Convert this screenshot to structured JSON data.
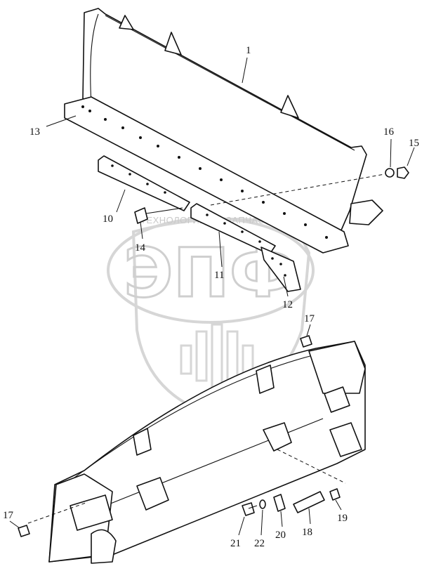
{
  "watermark": {
    "caption_left": "ТЕХНОЛОГИИ",
    "caption_right": "ЗАПЧАСТИ",
    "logo_text": "ЭПФ"
  },
  "callouts": [
    {
      "id": "1",
      "label": "1"
    },
    {
      "id": "10",
      "label": "10"
    },
    {
      "id": "11",
      "label": "11"
    },
    {
      "id": "12",
      "label": "12"
    },
    {
      "id": "13",
      "label": "13"
    },
    {
      "id": "14",
      "label": "14"
    },
    {
      "id": "15",
      "label": "15"
    },
    {
      "id": "16",
      "label": "16"
    },
    {
      "id": "17a",
      "label": "17"
    },
    {
      "id": "17b",
      "label": "17"
    },
    {
      "id": "18",
      "label": "18"
    },
    {
      "id": "19",
      "label": "19"
    },
    {
      "id": "20",
      "label": "20"
    },
    {
      "id": "21",
      "label": "21"
    },
    {
      "id": "22",
      "label": "22"
    }
  ]
}
